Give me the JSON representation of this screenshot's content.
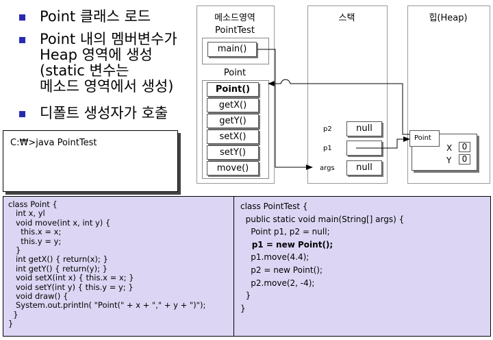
{
  "bullets": [
    "Point 클래스 로드",
    "Point 내의 멤버변수가\nHeap 영역에 생성\n(static 변수는\n메소드 영역에서 생성)",
    "디폴트 생성자가 호출"
  ],
  "console": {
    "text": "C:₩>java PointTest"
  },
  "method_area": {
    "title": "메소드영역",
    "pointtest_label": "PointTest",
    "pointtest_methods": [
      "main()"
    ],
    "point_label": "Point",
    "point_methods": [
      "Point()",
      "getX()",
      "getY()",
      "setX()",
      "setY()",
      "move()"
    ]
  },
  "stack": {
    "title": "스택",
    "vars": [
      {
        "name": "p2",
        "value": "null"
      },
      {
        "name": "p1",
        "value": ""
      },
      {
        "name": "args",
        "value": "null"
      }
    ]
  },
  "heap": {
    "title": "힙(Heap)",
    "object_label": "Point",
    "fields": [
      {
        "name": "X",
        "value": "0"
      },
      {
        "name": "Y",
        "value": "0"
      }
    ]
  },
  "code_left": "class Point {\n   int x, yl\n   void move(int x, int y) {\n     this.x = x;\n     this.y = y;\n   }\n   int getX() { return(x); }\n   int getY() { return(y); }\n   void setX(int x) { this.x = x; }\n   void setY(int y) { this.y = y; }\n   void draw() {\n   System.out.println( \"Point(\" + x + \",\" + y + \")\");\n  }\n}",
  "code_right": {
    "lines": [
      "class PointTest {",
      "  public static void main(String[] args) {",
      "    Point p1, p2 = null;",
      "    p1 = new Point();",
      "    p1.move(4.4);",
      "    p2 = new Point();",
      "    p2.move(2, -4);",
      "  }",
      "}"
    ],
    "highlight_line": 3
  },
  "colors": {
    "bullet": "#2a2ab0",
    "code_bg": "#dcd6f4",
    "panel_border": "#999999"
  }
}
